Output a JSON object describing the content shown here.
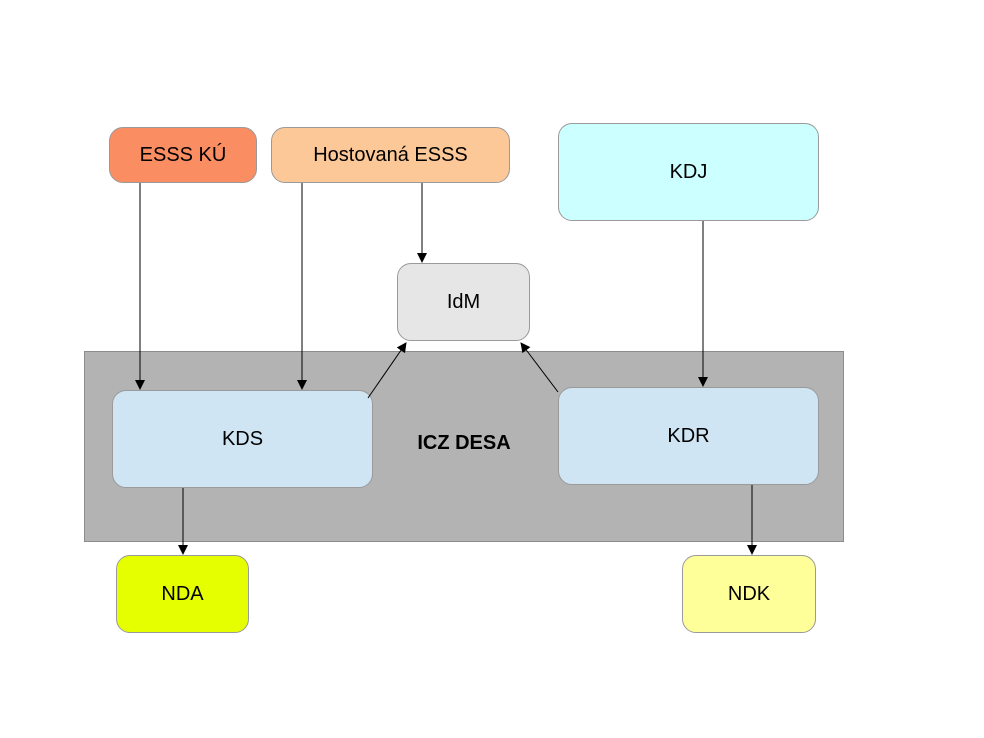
{
  "group": {
    "label": "ICZ DESA",
    "color": "#b3b3b3"
  },
  "nodes": {
    "esss_ku": {
      "label": "ESSS KÚ",
      "color": "#fb8d62"
    },
    "hostovana_esss": {
      "label": "Hostovaná ESSS",
      "color": "#fdc897"
    },
    "kdj": {
      "label": "KDJ",
      "color": "#ccffff"
    },
    "idm": {
      "label": "IdM",
      "color": "#e6e6e6"
    },
    "kds": {
      "label": "KDS",
      "color": "#cfe5f3"
    },
    "kdr": {
      "label": "KDR",
      "color": "#cfe5f3"
    },
    "nda": {
      "label": "NDA",
      "color": "#e6ff00"
    },
    "ndk": {
      "label": "NDK",
      "color": "#ffff99"
    }
  },
  "edges": [
    {
      "from": "ESSS KÚ",
      "to": "KDS"
    },
    {
      "from": "Hostovaná ESSS",
      "to": "KDS"
    },
    {
      "from": "Hostovaná ESSS",
      "to": "IdM"
    },
    {
      "from": "KDS",
      "to": "IdM"
    },
    {
      "from": "KDR",
      "to": "IdM"
    },
    {
      "from": "KDJ",
      "to": "KDR"
    },
    {
      "from": "KDS",
      "to": "NDA"
    },
    {
      "from": "KDR",
      "to": "NDK"
    }
  ]
}
